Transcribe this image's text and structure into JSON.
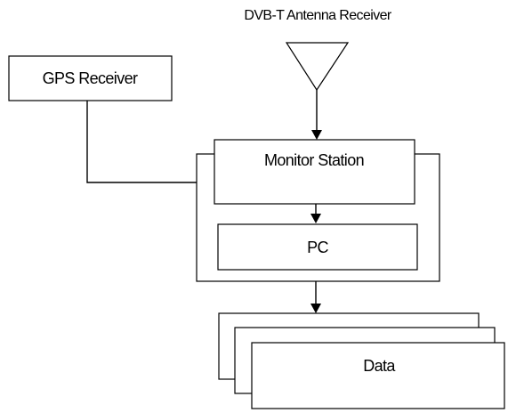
{
  "labels": {
    "antenna": "DVB-T Antenna Receiver",
    "gps": "GPS Receiver",
    "monitor": "Monitor Station",
    "pc": "PC",
    "data": "Data"
  }
}
